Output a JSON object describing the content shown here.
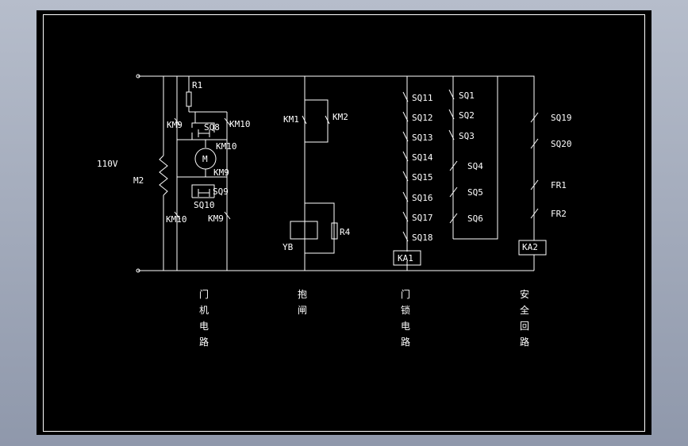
{
  "voltage": "110V",
  "motor": {
    "label_m2": "M2",
    "label_r1": "R1",
    "label_motor": "M",
    "km9_a": "KM9",
    "km10_a": "KM10",
    "sq8": "SQ8",
    "km10_b": "KM10",
    "km9_b": "KM9",
    "sq9": "SQ9",
    "sq10": "SQ10",
    "km10_c": "KM10",
    "km9_c": "KM9",
    "caption": [
      "门",
      "机",
      "电",
      "路"
    ]
  },
  "brake": {
    "km1": "KM1",
    "km2": "KM2",
    "r4": "R4",
    "yb": "YB",
    "caption": [
      "抱",
      "闸"
    ]
  },
  "doorlock": {
    "switches": [
      "SQ11",
      "SQ12",
      "SQ13",
      "SQ14",
      "SQ15",
      "SQ16",
      "SQ17",
      "SQ18"
    ],
    "relay": "KA1",
    "caption": [
      "门",
      "锁",
      "电",
      "路"
    ]
  },
  "limits": {
    "switches": [
      "SQ1",
      "SQ2",
      "SQ3",
      "SQ4",
      "SQ5",
      "SQ6"
    ]
  },
  "safety": {
    "switches": [
      "SQ19",
      "SQ20",
      "FR1",
      "FR2"
    ],
    "relay": "KA2",
    "caption": [
      "安",
      "全",
      "回",
      "路"
    ]
  }
}
